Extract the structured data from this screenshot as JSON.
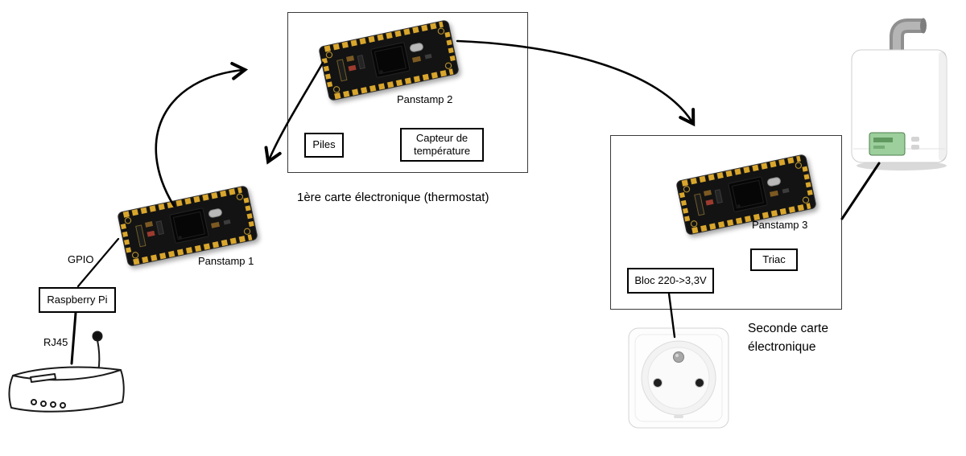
{
  "colors": {
    "line": "#000000",
    "pcb": "#131313",
    "gold": "#d9a62c",
    "display_green": "#9ccf9c"
  },
  "thermostat": {
    "board_label": "Panstamp 2",
    "piles": "Piles",
    "capteur": "Capteur de température",
    "caption": "1ère carte électronique (thermostat)"
  },
  "gateway": {
    "board_label": "Panstamp 1",
    "gpio": "GPIO",
    "raspberry_pi": "Raspberry Pi",
    "rj45": "RJ45"
  },
  "actuator": {
    "board_label": "Panstamp 3",
    "triac": "Triac",
    "bloc": "Bloc 220->3,3V",
    "caption": "Seconde carte électronique"
  }
}
